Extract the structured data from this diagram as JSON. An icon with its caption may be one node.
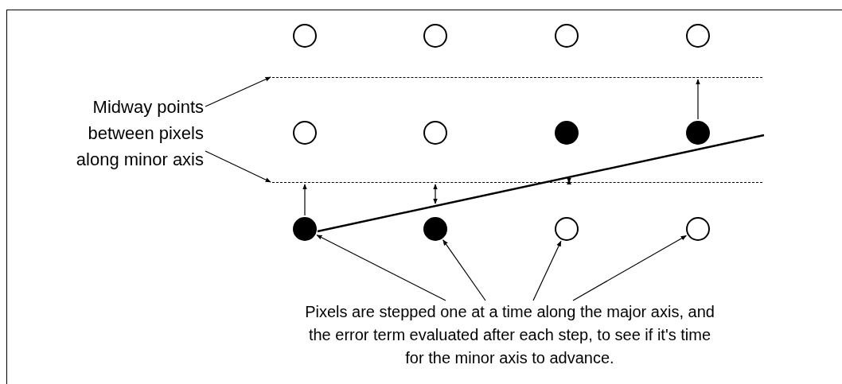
{
  "diagram": {
    "nodes": [
      {
        "text": [],
        "shape": "circle"
      },
      {
        "text": [],
        "shape": "circle"
      },
      {
        "text": [],
        "shape": "circle"
      },
      {
        "text": [],
        "shape": "circle"
      },
      {
        "text": [],
        "shape": "line"
      },
      {
        "text": [
          "Midway points between pixels along minor axis"
        ]
      },
      {
        "text": [],
        "shape": "circle"
      },
      {
        "text": [],
        "shape": "circle"
      },
      {
        "text": [],
        "shape": "dot"
      },
      {
        "text": [],
        "shape": "dot"
      },
      {
        "text": [],
        "shape": "line"
      },
      {
        "text": [],
        "shape": "dot"
      },
      {
        "text": [],
        "shape": "dot"
      },
      {
        "text": [],
        "shape": "circle"
      },
      {
        "text": [],
        "shape": "circle"
      },
      {
        "text": [
          "Pixels are stepped one at a time along the major axis, and the error term evaluated after each step, to see if it's time for the minor axis to advance."
        ]
      },
      {
        "text": [],
        "shape": "line"
      }
    ],
    "edges": [
      {
        "from": 5,
        "to": 4,
        "arrow": "to"
      },
      {
        "from": 5,
        "to": 10,
        "arrow": "to"
      },
      {
        "from": 15,
        "to": 11,
        "arrow": "to"
      },
      {
        "from": 15,
        "to": 12,
        "arrow": "to"
      },
      {
        "from": 15,
        "to": 13,
        "arrow": "to"
      },
      {
        "from": 15,
        "to": 14,
        "arrow": "to"
      },
      {
        "from": 9,
        "to": 4,
        "arrow": "to"
      },
      {
        "from": 11,
        "to": 10,
        "arrow": "to"
      },
      {
        "from": 10,
        "to": 16,
        "arrow": "both"
      },
      {
        "from": 10,
        "to": 16,
        "arrow": "both"
      }
    ]
  }
}
